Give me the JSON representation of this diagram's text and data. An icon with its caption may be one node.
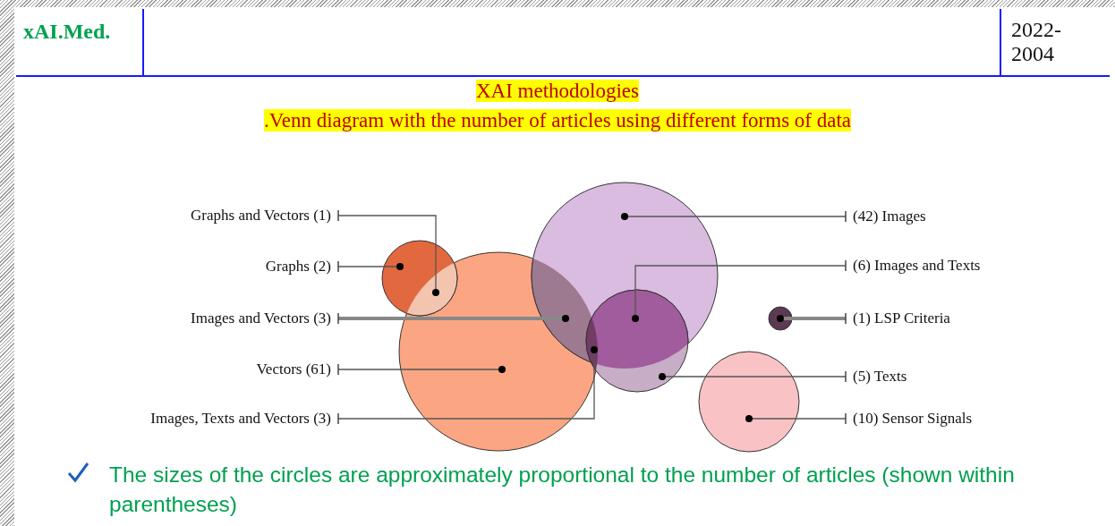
{
  "diagram": {
    "title": "XAI methodologies",
    "nodes": [
      {
        "text": [
          "Graphs and Vectors (1)"
        ]
      },
      {
        "text": [
          "Graphs (2)"
        ]
      },
      {
        "text": [
          "Images and Vectors (3)"
        ]
      },
      {
        "text": [
          "Vectors (61)"
        ]
      },
      {
        "text": [
          "Images, Texts and Vectors (3)"
        ]
      },
      {
        "text": [
          "(42) Images"
        ]
      },
      {
        "text": [
          "(6) Images and Texts"
        ]
      },
      {
        "text": [
          "(1) LSP Criteria"
        ]
      },
      {
        "text": [
          "(5) Texts"
        ]
      },
      {
        "text": [
          "(10) Sensor Signals"
        ]
      }
    ],
    "edges": [
      {
        "from": 0,
        "to": null,
        "arrow": "other"
      },
      {
        "from": 1,
        "to": null,
        "arrow": "other"
      },
      {
        "from": 2,
        "to": null,
        "arrow": "other",
        "style": "thick"
      },
      {
        "from": 3,
        "to": null,
        "arrow": "other"
      },
      {
        "from": 4,
        "to": null,
        "arrow": "other"
      },
      {
        "from": 5,
        "to": null,
        "arrow": "other"
      },
      {
        "from": 6,
        "to": null,
        "arrow": "other"
      },
      {
        "from": 7,
        "to": null,
        "arrow": "other",
        "style": "thick"
      },
      {
        "from": 8,
        "to": null,
        "arrow": "other"
      },
      {
        "from": 9,
        "to": null,
        "arrow": "other"
      }
    ],
    "labels": [
      "xAI.Med.",
      "2022- 2004",
      ".Venn diagram with the number of articles using different forms of data",
      "The sizes of the circles are approximately proportional to the number of articles (shown within parentheses)"
    ]
  }
}
